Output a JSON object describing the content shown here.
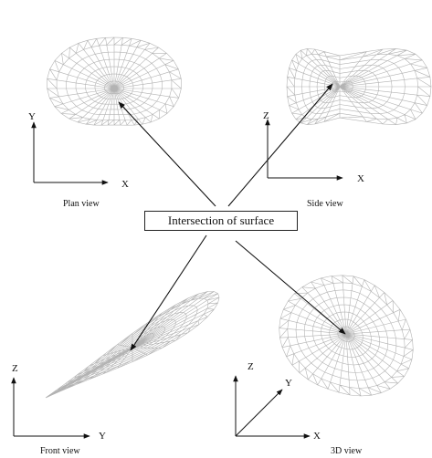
{
  "callout": {
    "label": "Intersection of surface"
  },
  "views": {
    "plan": {
      "caption": "Plan view",
      "axis_h": "X",
      "axis_v": "Y"
    },
    "side": {
      "caption": "Side view",
      "axis_h": "X",
      "axis_v": "Z"
    },
    "front": {
      "caption": "Front view",
      "axis_h": "Y",
      "axis_v": "Z"
    },
    "iso": {
      "caption": "3D view",
      "axis_h": "X",
      "axis_v": "Z",
      "axis_d": "Y"
    }
  },
  "colors": {
    "mesh": "#b3b3b3",
    "line": "#1a1a1a"
  }
}
